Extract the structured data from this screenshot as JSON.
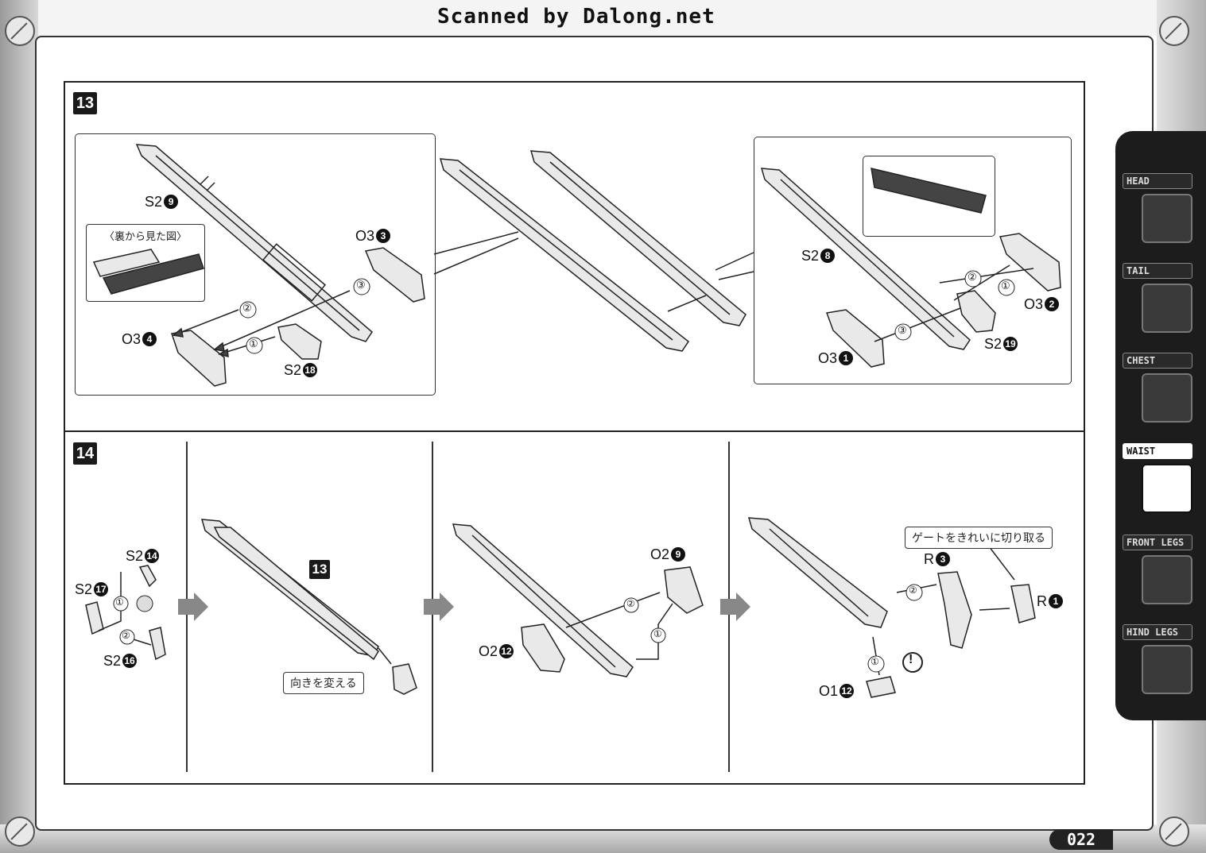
{
  "header": {
    "title": "Scanned by Dalong.net"
  },
  "page_number": "022",
  "steps": [
    {
      "number": "13",
      "left_box": {
        "callout": "〈裏から見た図〉",
        "parts": [
          "S2",
          "O3",
          "O3",
          "S2"
        ],
        "part_numbers": [
          "9",
          "3",
          "4",
          "18"
        ],
        "order": [
          "①",
          "②",
          "③"
        ]
      },
      "right_box": {
        "parts": [
          "S2",
          "O3",
          "O3",
          "S2"
        ],
        "part_numbers": [
          "8",
          "2",
          "1",
          "19"
        ],
        "order": [
          "①",
          "②",
          "③"
        ]
      }
    },
    {
      "number": "14",
      "panel_a": {
        "parts": [
          "S2",
          "S2",
          "S2"
        ],
        "part_numbers": [
          "14",
          "17",
          "16"
        ],
        "order": [
          "①",
          "②"
        ]
      },
      "panel_b": {
        "ref_step": "13",
        "callout": "向きを変える"
      },
      "panel_c": {
        "parts": [
          "O2",
          "O2"
        ],
        "part_numbers": [
          "9",
          "12"
        ],
        "order": [
          "①",
          "②"
        ]
      },
      "panel_d": {
        "callout": "ゲートをきれいに切り取る",
        "parts": [
          "R",
          "R",
          "O1"
        ],
        "part_numbers": [
          "3",
          "1",
          "12"
        ],
        "order": [
          "①",
          "②"
        ],
        "warning": "!"
      }
    }
  ],
  "sidebar": {
    "tabs": [
      {
        "label": "HEAD"
      },
      {
        "label": "TAIL"
      },
      {
        "label": "CHEST"
      },
      {
        "label": "WAIST"
      },
      {
        "label": "FRONT LEGS"
      },
      {
        "label": "HIND LEGS"
      }
    ],
    "active": "WAIST"
  }
}
